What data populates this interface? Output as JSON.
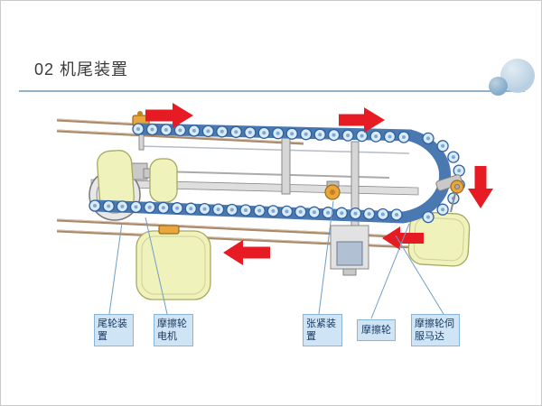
{
  "slide": {
    "title": "02 机尾装置"
  },
  "diagram": {
    "arrow_color": "#e61b23",
    "label_style": {
      "bg": "#cfe5f6",
      "border": "#8ab4d8",
      "text_color": "#17375e"
    },
    "labels": [
      {
        "id": "tail-wheel-unit",
        "text": "尾轮装置"
      },
      {
        "id": "friction-wheel-motor",
        "text": "摩擦轮电机"
      },
      {
        "id": "tension-unit",
        "text": "张紧装置"
      },
      {
        "id": "friction-wheel",
        "text": "摩擦轮"
      },
      {
        "id": "friction-wheel-servo",
        "text": "摩擦轮伺服马达"
      }
    ]
  },
  "decoration": {
    "large_circle_color": "#b9d0e2",
    "small_circle_color": "#86abc9"
  }
}
